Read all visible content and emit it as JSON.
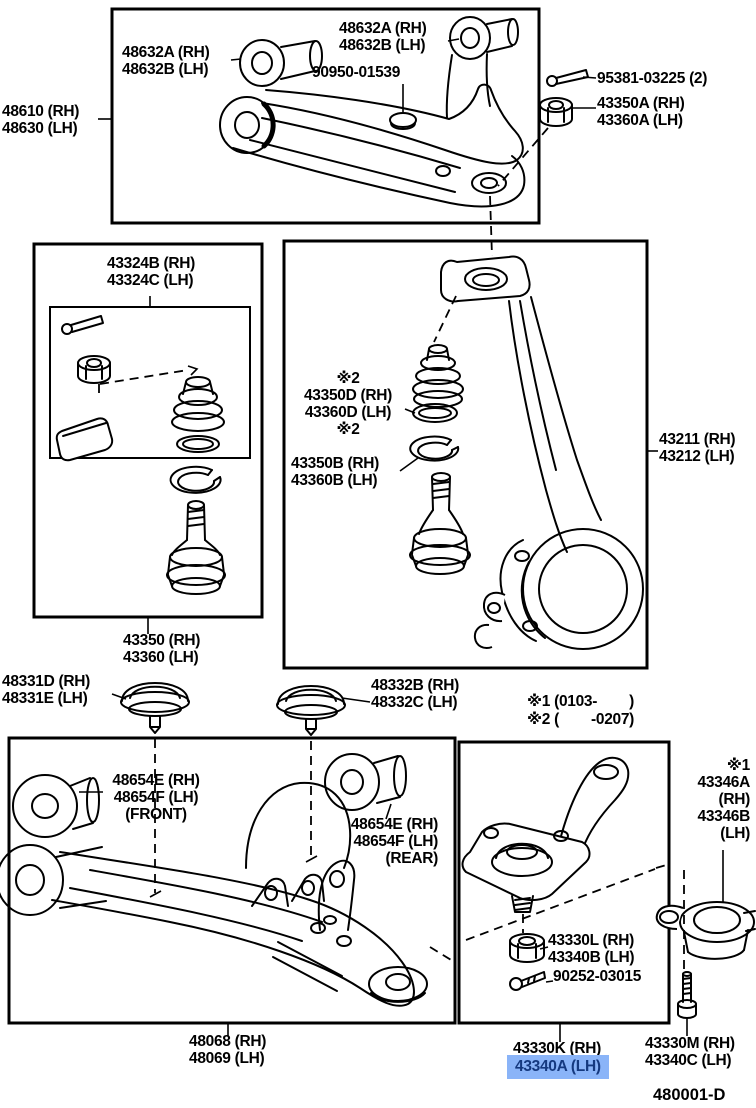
{
  "page": {
    "figure_code": "480001-D"
  },
  "colors": {
    "highlight_bg": "#8ab4f8",
    "highlight_text": "#15397f",
    "line": "#000000"
  },
  "labels": {
    "upper_bushing_front": "48632A (RH)\n48632B (LH)",
    "upper_bushing_rear": "48632A (RH)\n48632B (LH)",
    "plug": "90950-01539",
    "upper_arm": "48610 (RH)\n48630 (LH)",
    "upper_cotter_pin": "95381-03225 (2)",
    "upper_balljoint_nut": "43350A (RH)\n43360A (LH)",
    "dust_cover_kit": "43324B (RH)\n43324C (LH)",
    "upper_dust_cover": "※2\n43350D (RH)\n43360D (LH)\n※2",
    "upper_snap_ring": "43350B (RH)\n43360B (LH)",
    "knuckle": "43211 (RH)\n43212 (LH)",
    "upper_balljoint": "43350 (RH)\n43360 (LH)",
    "bump_stop_front": "48331D (RH)\n48331E (LH)",
    "bump_stop_rear": "48332B (RH)\n48332C (LH)",
    "note_1": "※1 (0103-        )",
    "note_2": "※2 (        -0207)",
    "lower_bushing_front": "48654E (RH)\n48654F (LH)\n(FRONT)",
    "lower_bushing_rear": "48654E (RH)\n48654F (LH)\n(REAR)",
    "lower_arm": "48068 (RH)\n48069 (LH)",
    "lower_balljoint_nut": "43330L (RH)\n43340B (LH)",
    "lower_cotter_pin": "90252-03015",
    "camber_adjust_cam": "※1\n43346A\n(RH)\n43346B\n(LH)",
    "lower_balljoint_rh": "43330K (RH)",
    "lower_balljoint_lh": "43340A (LH)",
    "cam_bolt": "43330M (RH)\n43340C (LH)",
    "figure_code": "480001-D"
  }
}
